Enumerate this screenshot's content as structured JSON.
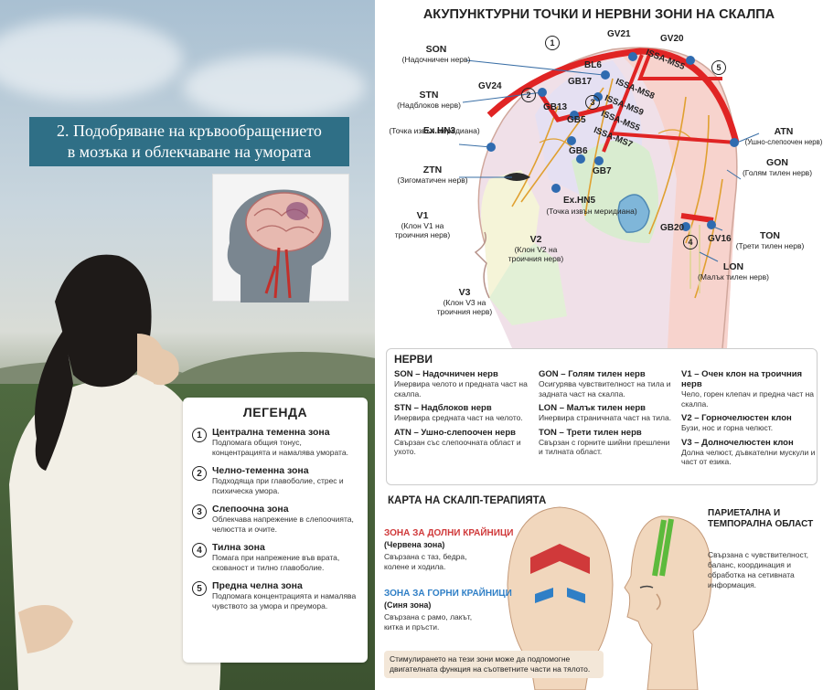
{
  "banner": {
    "line1": "2. Подобряване на кръвообращението",
    "line2": "в мозъка и облекчаване на умората"
  },
  "legend": {
    "title": "ЛЕГЕНДА",
    "items": [
      {
        "num": "1",
        "title": "Централна теменна зона",
        "desc": "Подпомага общия тонус, концентрацията и намалява умората."
      },
      {
        "num": "2",
        "title": "Челно-теменна зона",
        "desc": "Подходяща при главоболие, стрес и психическа умора."
      },
      {
        "num": "3",
        "title": "Слепоочна зона",
        "desc": "Облекчава напрежение в слепоочията, челюстта и очите."
      },
      {
        "num": "4",
        "title": "Тилна зона",
        "desc": "Помага при напрежение във врата, скованост и тилно главоболие."
      },
      {
        "num": "5",
        "title": "Предна челна зона",
        "desc": "Подпомага концентрацията и намалява чувството за умора и преумора."
      }
    ]
  },
  "diagram": {
    "title": "АКУПУНКТУРНИ ТОЧКИ И НЕРВНИ ЗОНИ НА СКАЛПА",
    "zone_nums": [
      "1",
      "2",
      "3",
      "4",
      "5"
    ],
    "points": [
      "GV21",
      "GV20",
      "BL6",
      "GB17",
      "GV24",
      "GB13",
      "GB5",
      "GB6",
      "GB7",
      "Ex.HN3",
      "Ex.HN5",
      "GB20",
      "GV16",
      "ISSA-MS5",
      "ISSA-MS8",
      "ISSA-MS9",
      "ISSA-MS5",
      "ISSA-MS7"
    ],
    "labels": {
      "son": {
        "code": "SON",
        "name": "(Надочничен нерв)"
      },
      "stn": {
        "code": "STN",
        "name": "(Надблоков нерв)"
      },
      "exhn3": {
        "code": "Ex.HN3",
        "name": "(Точка извън меридиана)"
      },
      "ztn": {
        "code": "ZTN",
        "name": "(Зигоматичен нерв)"
      },
      "v1": {
        "code": "V1",
        "name1": "(Клон V1 на",
        "name2": "троичния нерв)"
      },
      "v2": {
        "code": "V2",
        "name1": "(Клон V2 на",
        "name2": "троичния нерв)"
      },
      "v3": {
        "code": "V3",
        "name1": "(Клон V3 на",
        "name2": "троичния нерв)"
      },
      "exhn5": {
        "name": "(Точка извън меридиана)"
      },
      "atn": {
        "code": "ATN",
        "name": "(Ушно-слепоочен нерв)"
      },
      "gon": {
        "code": "GON",
        "name": "(Голям тилен нерв)"
      },
      "ton": {
        "code": "TON",
        "name": "(Трети тилен нерв)"
      },
      "lon": {
        "code": "LON",
        "name": "(Малък тилен нерв)"
      }
    }
  },
  "nerves": {
    "title": "НЕРВИ",
    "col1": [
      {
        "term": "SON – Надочничен нерв",
        "desc": "Инервира челото и предната част на скалпа."
      },
      {
        "term": "STN – Надблоков нерв",
        "desc": "Инервира средната част на челото."
      },
      {
        "term": "ATN – Ушно-слепоочен нерв",
        "desc": "Свързан със слепоочната област и ухото."
      }
    ],
    "col2": [
      {
        "term": "GON – Голям тилен нерв",
        "desc": "Осигурява чувствителност на тила и задната част на скалпа."
      },
      {
        "term": "LON – Малък тилен нерв",
        "desc": "Инервира страничната част на тила."
      },
      {
        "term": "TON – Трети тилен нерв",
        "desc": "Свързан с горните шийни прешлени и тилната област."
      }
    ],
    "col3": [
      {
        "term": "V1 – Очен клон на троичния нерв",
        "desc": "Чело, горен клепач и предна част на скалпа."
      },
      {
        "term": "V2 – Горночелюстен клон",
        "desc": "Бузи, нос и горна челюст."
      },
      {
        "term": "V3 – Долночелюстен клон",
        "desc": "Долна челюст, дъвкателни мускули и част от езика."
      }
    ]
  },
  "map": {
    "title": "КАРТА НА СКАЛП-ТЕРАПИЯТА",
    "lower": {
      "title": "ЗОНА ЗА ДОЛНИ КРАЙНИЦИ",
      "sub": "(Червена зона)",
      "desc": "Свързана с таз, бедра, колене и ходила.",
      "color": "#d0393a"
    },
    "upper": {
      "title": "ЗОНА ЗА ГОРНИ КРАЙНИЦИ",
      "sub": "(Синя зона)",
      "desc": "Свързана с рамо, лакът, китка и пръсти.",
      "color": "#2f7fc6"
    },
    "parietal": {
      "title1": "ПАРИЕТАЛНА И",
      "title2": "ТЕМПОРАЛНА ОБЛАСТ",
      "desc": "Свързана с чувствителност, баланс, координация и обработка на сетивната информация."
    },
    "footnote": "Стимулирането на тези зони може да подпомогне двигателната функция на съответните части на тялото."
  }
}
